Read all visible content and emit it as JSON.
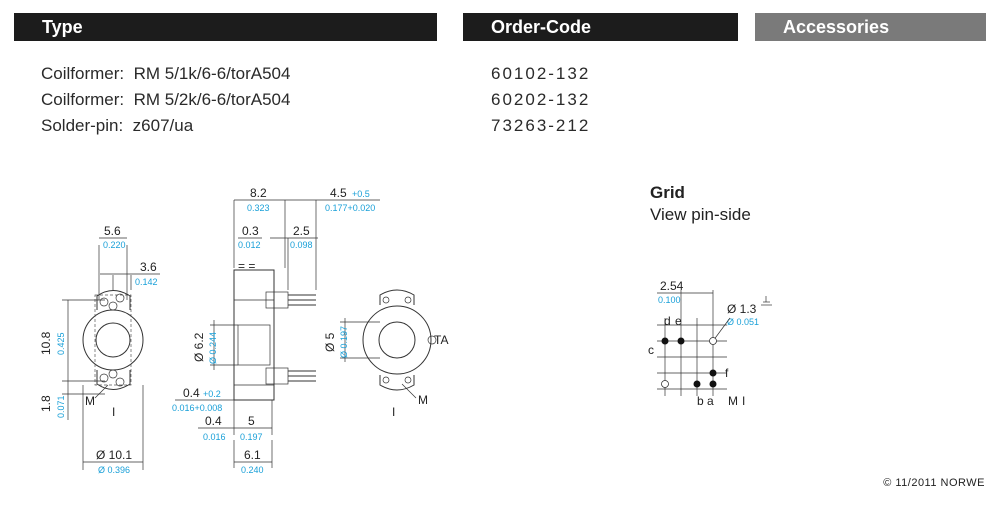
{
  "headers": {
    "type": "Type",
    "order_code": "Order-Code",
    "accessories": "Accessories"
  },
  "items": [
    {
      "label": "Coilformer:",
      "type": "RM 5/1k/6-6/torA504",
      "code": "60102-132"
    },
    {
      "label": "Coilformer:",
      "type": "RM 5/2k/6-6/torA504",
      "code": "60202-132"
    },
    {
      "label": "Solder-pin:",
      "type": "z607/ua",
      "code": "73263-212"
    }
  ],
  "grid": {
    "title": "Grid",
    "subtitle": "View pin-side",
    "pitch": "2.54",
    "pitch_in": "0.100",
    "hole": "Ø 1.3",
    "hole_in": "Ø 0.051",
    "labels": {
      "d": "d",
      "e": "e",
      "c": "c",
      "f": "f",
      "b": "b",
      "a": "a",
      "m": "M"
    }
  },
  "drawing": {
    "d56": "5.6",
    "d56i": "0.220",
    "d36": "3.6",
    "d36i": "0.142",
    "d108": "10.8",
    "d108i": "0.425",
    "d18": "1.8",
    "d18i": "0.071",
    "d101": "Ø 10.1",
    "d101i": "Ø 0.396",
    "m_left": "M",
    "d82": "8.2",
    "d82i": "0.323",
    "d45": "4.5",
    "d45tol": "+0.5",
    "d45i": "0.177+0.020",
    "d03": "0.3",
    "d03i": "0.012",
    "d25": "2.5",
    "d25i": "0.098",
    "d62": "Ø 6.2",
    "d62i": "Ø 0.244",
    "d04a": "0.4",
    "d04tol": "+0.2",
    "d04ai": "0.016+0.008",
    "d04": "0.4",
    "d04i": "0.016",
    "d5": "5",
    "d5i": "0.197",
    "d61": "6.1",
    "d61i": "0.240",
    "d5d": "Ø 5",
    "d5di": "Ø 0.197",
    "ta": "TA",
    "m_right": "M"
  },
  "copyright": "© 11/2011 NORWE"
}
